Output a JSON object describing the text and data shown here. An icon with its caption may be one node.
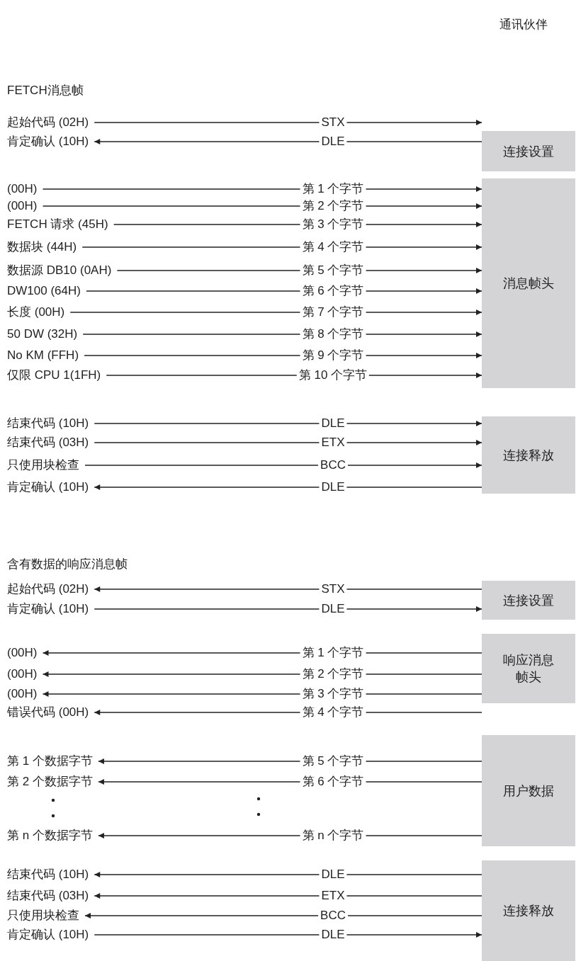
{
  "diagram": {
    "nodes": [
      {
        "text": [
          "起始代码 (02H)"
        ]
      },
      {
        "text": [
          "肯定确认 (10H)"
        ]
      },
      {
        "text": [
          "连接设置"
        ]
      },
      {
        "text": [
          "(00H)"
        ]
      },
      {
        "text": [
          "(00H)"
        ]
      },
      {
        "text": [
          "FETCH 请求 (45H)"
        ]
      },
      {
        "text": [
          "数据块 (44H)"
        ]
      },
      {
        "text": [
          "数据源 DB10 (0AH)"
        ]
      },
      {
        "text": [
          "DW100 (64H)"
        ]
      },
      {
        "text": [
          "长度 (00H)"
        ]
      },
      {
        "text": [
          "50 DW (32H)"
        ]
      },
      {
        "text": [
          "No KM (FFH)"
        ]
      },
      {
        "text": [
          "仅限 CPU 1(1FH)"
        ]
      },
      {
        "text": [
          "消息帧头"
        ]
      },
      {
        "text": [
          "结束代码 (10H)"
        ]
      },
      {
        "text": [
          "结束代码 (03H)"
        ]
      },
      {
        "text": [
          "只使用块检查"
        ]
      },
      {
        "text": [
          "肯定确认 (10H)"
        ]
      },
      {
        "text": [
          "连接释放"
        ]
      },
      {
        "text": [
          "起始代码 (02H)"
        ]
      },
      {
        "text": [
          "肯定确认 (10H)"
        ]
      },
      {
        "text": [
          "连接设置"
        ]
      },
      {
        "text": [
          "(00H)"
        ]
      },
      {
        "text": [
          "(00H)"
        ]
      },
      {
        "text": [
          "(00H)"
        ]
      },
      {
        "text": [
          "错误代码 (00H)"
        ]
      },
      {
        "text": [
          "响应消息帧头"
        ]
      },
      {
        "text": [
          "第 1 个数据字节"
        ]
      },
      {
        "text": [
          "第 2 个数据字节"
        ]
      },
      {
        "text": [
          "第 n 个数据字节"
        ]
      },
      {
        "text": [
          "用户数据"
        ]
      },
      {
        "text": [
          "结束代码 (10H)"
        ]
      },
      {
        "text": [
          "结束代码 (03H)"
        ]
      },
      {
        "text": [
          "只使用块检查"
        ]
      },
      {
        "text": [
          "肯定确认 (10H)"
        ]
      },
      {
        "text": [
          "连接释放"
        ]
      }
    ],
    "edges": [
      {
        "from": 0,
        "to": 2,
        "arrow": "to",
        "label": "STX"
      },
      {
        "from": 2,
        "to": 1,
        "arrow": "to",
        "label": "DLE"
      },
      {
        "from": 3,
        "to": 13,
        "arrow": "to",
        "label": "第 1 个字节"
      },
      {
        "from": 4,
        "to": 13,
        "arrow": "to",
        "label": "第 2 个字节"
      },
      {
        "from": 5,
        "to": 13,
        "arrow": "to",
        "label": "第 3 个字节"
      },
      {
        "from": 6,
        "to": 13,
        "arrow": "to",
        "label": "第 4 个字节"
      },
      {
        "from": 7,
        "to": 13,
        "arrow": "to",
        "label": "第 5 个字节"
      },
      {
        "from": 8,
        "to": 13,
        "arrow": "to",
        "label": "第 6 个字节"
      },
      {
        "from": 9,
        "to": 13,
        "arrow": "to",
        "label": "第 7 个字节"
      },
      {
        "from": 10,
        "to": 13,
        "arrow": "to",
        "label": "第 8 个字节"
      },
      {
        "from": 11,
        "to": 13,
        "arrow": "to",
        "label": "第 9 个字节"
      },
      {
        "from": 12,
        "to": 13,
        "arrow": "to",
        "label": "第 10 个字节"
      },
      {
        "from": 14,
        "to": 18,
        "arrow": "to",
        "label": "DLE"
      },
      {
        "from": 15,
        "to": 18,
        "arrow": "to",
        "label": "ETX"
      },
      {
        "from": 16,
        "to": 18,
        "arrow": "to",
        "label": "BCC"
      },
      {
        "from": 18,
        "to": 17,
        "arrow": "to",
        "label": "DLE"
      },
      {
        "from": 21,
        "to": 19,
        "arrow": "to",
        "label": "STX"
      },
      {
        "from": 20,
        "to": 21,
        "arrow": "to",
        "label": "DLE"
      },
      {
        "from": 26,
        "to": 22,
        "arrow": "to",
        "label": "第 1 个字节"
      },
      {
        "from": 26,
        "to": 23,
        "arrow": "to",
        "label": "第 2 个字节"
      },
      {
        "from": 26,
        "to": 24,
        "arrow": "to",
        "label": "第 3 个字节"
      },
      {
        "from": 26,
        "to": 25,
        "arrow": "to",
        "label": "第 4 个字节"
      },
      {
        "from": 30,
        "to": 27,
        "arrow": "to",
        "label": "第 5 个字节"
      },
      {
        "from": 30,
        "to": 28,
        "arrow": "to",
        "label": "第 6 个字节"
      },
      {
        "from": 30,
        "to": 29,
        "arrow": "to",
        "label": "第 n 个字节"
      },
      {
        "from": 35,
        "to": 31,
        "arrow": "to",
        "label": "DLE"
      },
      {
        "from": 35,
        "to": 32,
        "arrow": "to",
        "label": "ETX"
      },
      {
        "from": 35,
        "to": 33,
        "arrow": "to",
        "label": "BCC"
      },
      {
        "from": 34,
        "to": 35,
        "arrow": "to",
        "label": "DLE"
      }
    ],
    "labels": [
      "通讯伙伴",
      "FETCH消息帧",
      "含有数据的响应消息帧"
    ]
  }
}
